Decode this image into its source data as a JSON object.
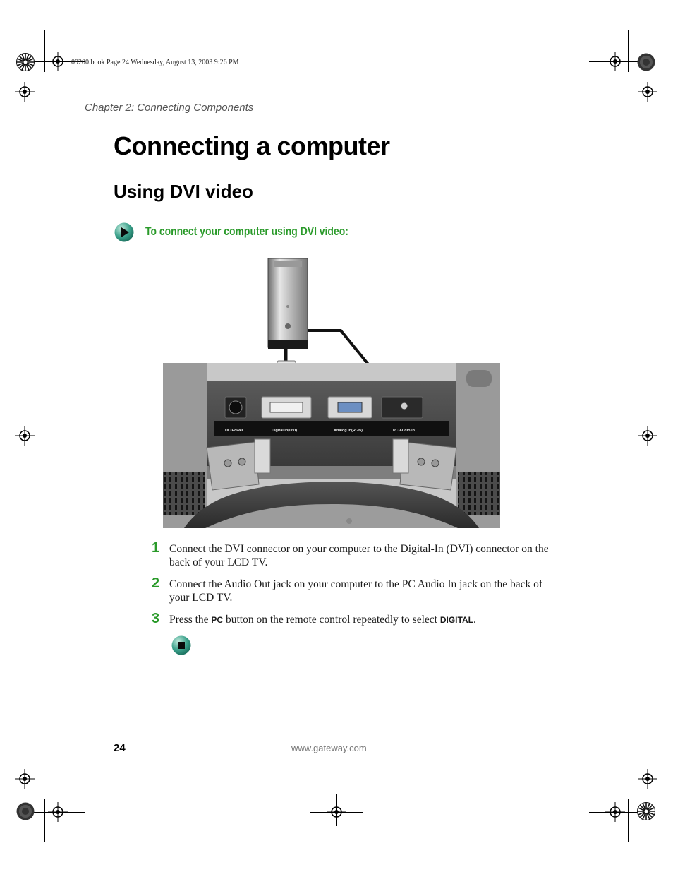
{
  "book_header": "09200.book  Page 24  Wednesday, August 13, 2003  9:26 PM",
  "chapter_header": "Chapter 2: Connecting Components",
  "page_title": "Connecting a computer",
  "section_title": "Using DVI video",
  "procedure_title": "To connect your computer using DVI video:",
  "figure": {
    "port_labels": {
      "dc_power": "DC Power",
      "digital_in": "Digital In(DVI)",
      "analog_in": "Analog In(RGB)",
      "pc_audio_in": "PC Audio In"
    }
  },
  "steps": [
    {
      "number": "1",
      "text": "Connect the DVI connector on your computer to the Digital-In (DVI) connector on the back of your LCD TV."
    },
    {
      "number": "2",
      "text": "Connect the Audio Out jack on your computer to the PC Audio In jack on the back of your LCD TV."
    },
    {
      "number": "3",
      "text_before": "Press the ",
      "key1": "PC",
      "text_middle": " button on the remote control repeatedly to select ",
      "key2": "DIGITAL",
      "text_after": "."
    }
  ],
  "footer": {
    "page_number": "24",
    "url": "www.gateway.com"
  },
  "colors": {
    "accent_green": "#2a9a2a",
    "icon_teal": "#3aa08a"
  },
  "icons": [
    "play-arrow-icon",
    "stop-square-icon",
    "registration-mark-icon",
    "star-target-icon"
  ]
}
